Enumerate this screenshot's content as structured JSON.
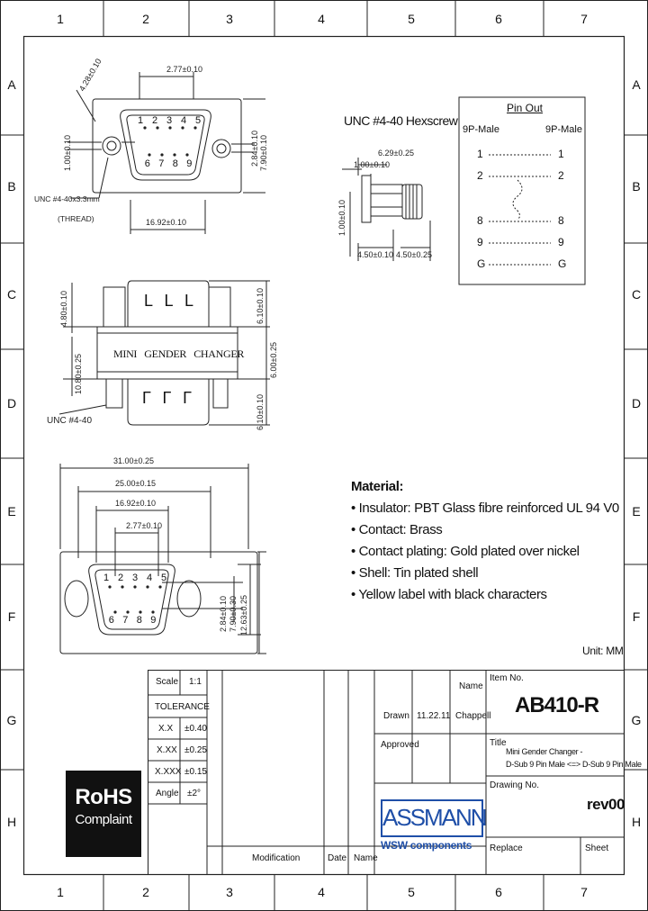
{
  "ruler": {
    "columns": [
      "1",
      "2",
      "3",
      "4",
      "5",
      "6",
      "7"
    ],
    "rows": [
      "A",
      "B",
      "C",
      "D",
      "E",
      "F",
      "G",
      "H"
    ]
  },
  "drawing": {
    "unc_hexscrew": "UNC #4-40 Hexscrew",
    "unc_thread_line1": "UNC #4-40x3.3mm",
    "unc_thread_line2": "(THREAD)",
    "unc_side": "UNC #4-40",
    "label_text": "MINI   GENDER   CHANGER",
    "pin_numbers_top": [
      "1",
      "2",
      "3",
      "4",
      "5"
    ],
    "pin_numbers_bottom": [
      "6",
      "7",
      "8",
      "9"
    ],
    "pin_numbers_bottom_front": [
      "6",
      "7",
      "8",
      "9"
    ],
    "side_pins_top": [
      "L",
      "L",
      "L"
    ],
    "side_pins_bottom": [
      "Γ",
      "Γ",
      "Γ"
    ],
    "dims": {
      "d1": "2.77±0.10",
      "d2": "1.00±0.10",
      "d3": "4.28±0.10",
      "d4": "16.92±0.10",
      "d5": "2.84±0.10",
      "d6": "7.90±0.10",
      "d7": "6.29±0.25",
      "d8": "1.00±0.10",
      "d9": "1.00±0.10",
      "d10": "4.50±0.10",
      "d11": "4.50±0.25",
      "d12": "4.80±0.10",
      "d13": "10.80±0.25",
      "d14": "6.10±0.10",
      "d15": "6.00±0.25",
      "d16": "6.10±0.10",
      "d17": "31.00±0.25",
      "d18": "25.00±0.15",
      "d19": "16.92±0.10",
      "d20": "2.77±0.10",
      "d21": "2.84±0.10",
      "d22": "7.90±0.30",
      "d23": "12.63±0.25"
    }
  },
  "pinout": {
    "title": "Pin Out",
    "left_header": "9P-Male",
    "right_header": "9P-Male",
    "rows": [
      {
        "l": "1",
        "r": "1"
      },
      {
        "l": "2",
        "r": "2"
      },
      {
        "l": "8",
        "r": "8"
      },
      {
        "l": "9",
        "r": "9"
      },
      {
        "l": "G",
        "r": "G"
      }
    ]
  },
  "material": {
    "heading": "Material:",
    "items": [
      "Insulator: PBT Glass fibre reinforced UL 94 V0",
      "Contact: Brass",
      "Contact plating: Gold plated over nickel",
      "Shell: Tin plated shell",
      "Yellow label with black characters"
    ]
  },
  "unit": "Unit: MM",
  "titleblock": {
    "scale_label": "Scale",
    "scale_value": "1:1",
    "tolerance_label": "TOLERANCE",
    "tol": [
      {
        "k": "X.X",
        "v": "±0.40"
      },
      {
        "k": "X.XX",
        "v": "±0.25"
      },
      {
        "k": "X.XXX",
        "v": "±0.15"
      },
      {
        "k": "Angle",
        "v": "±2°"
      }
    ],
    "name_label": "Name",
    "drawn_label": "Drawn",
    "drawn_date": "11.22.11",
    "drawn_name": "Chappell",
    "approved_label": "Approved",
    "item_label": "Item No.",
    "item_value": "AB410-R",
    "title_label": "Title",
    "title_line1": "Mini Gender Changer -",
    "title_line2": "D-Sub 9 Pin Male <=> D-Sub 9 Pin Male",
    "drawing_label": "Drawing No.",
    "rev": "rev00",
    "replace_label": "Replace",
    "sheet_label": "Sheet",
    "modification_label": "Modification",
    "date_label": "Date",
    "name_label2": "Name",
    "rohs_line1": "RoHS",
    "rohs_line2": "Complaint",
    "logo_line1": "ASSMANN",
    "logo_line2": "WSW components"
  },
  "colors": {
    "logo_blue": "#1f4fa8"
  }
}
